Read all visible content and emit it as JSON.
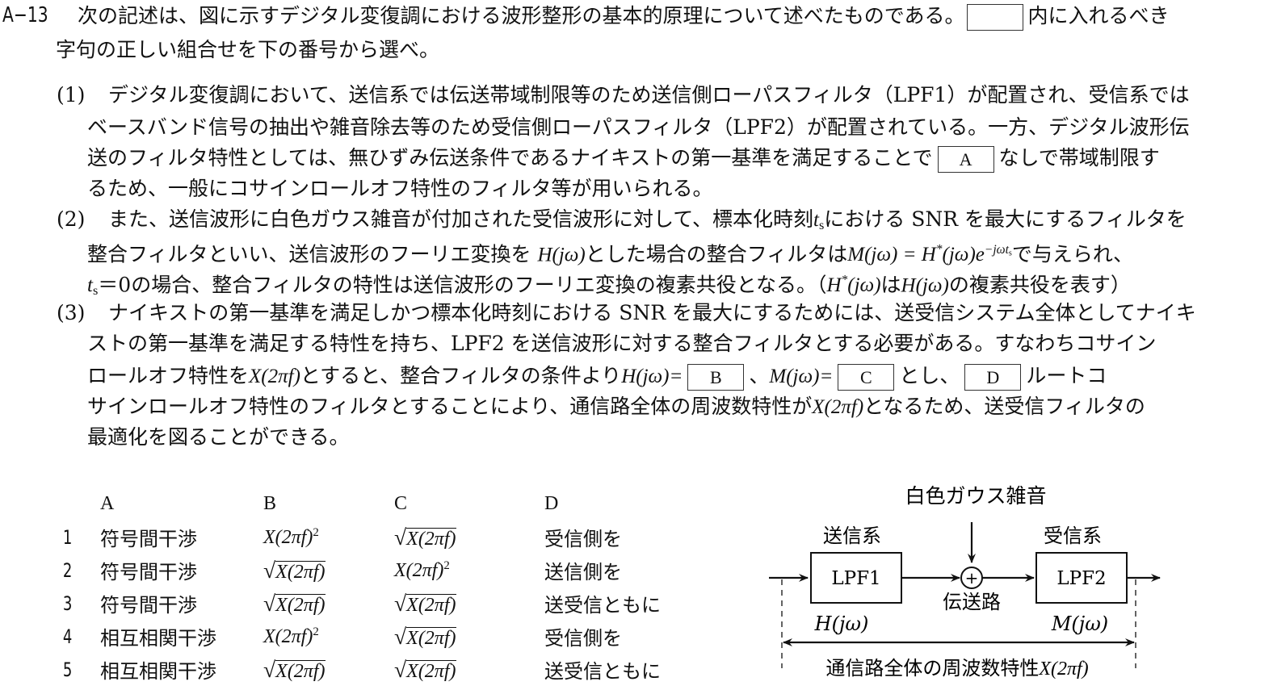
{
  "question": {
    "number": "A−13",
    "intro_line1_a": "次の記述は、図に示すデジタル変復調における波形整形の基本的原理について述べたものである。",
    "intro_line1_b": "内に入れるべき",
    "intro_line2": "字句の正しい組合せを下の番号から選べ。"
  },
  "paragraphs": {
    "p1": {
      "label": "(1)",
      "line1": "デジタル変復調において、送信系では伝送帯域制限等のため送信側ローパスフィルタ（LPF1）が配置され、受信系では",
      "line2": "ベースバンド信号の抽出や雑音除去等のため受信側ローパスフィルタ（LPF2）が配置されている。一方、デジタル波形伝",
      "line3_a": "送のフィルタ特性としては、無ひずみ伝送条件であるナイキストの第一基準を満足することで",
      "blank_a": "A",
      "line3_b": "なしで帯域制限す",
      "line4": "るため、一般にコサインロールオフ特性のフィルタ等が用いられる。"
    },
    "p2": {
      "label": "(2)",
      "line1_a": "また、送信波形に白色ガウス雑音が付加された受信波形に対して、標本化時刻",
      "line1_b": "における SNR を最大にするフィルタを",
      "line2_a": "整合フィルタといい、送信波形のフーリエ変換を ",
      "line2_b": "とした場合の整合フィルタは",
      "line2_c": "で与えられ、",
      "line3_a": "の場合、整合フィルタの特性は送信波形のフーリエ変換の複素共役となる。（",
      "line3_b": "は",
      "line3_c": "の複素共役を表す）"
    },
    "p3": {
      "label": "(3)",
      "line1": "ナイキストの第一基準を満足しかつ標本化時刻における SNR を最大にするためには、送受信システム全体としてナイキ",
      "line2": "ストの第一基準を満足する特性を持ち、LPF2 を送信波形に対する整合フィルタとする必要がある。すなわちコサイン",
      "line3_a": "ロールオフ特性を",
      "line3_b": "とすると、整合フィルタの条件より",
      "blank_b": "B",
      "line3_c": "、",
      "blank_c": "C",
      "line3_d": "とし、",
      "blank_d": "D",
      "line3_e": "ルートコ",
      "line4_a": "サインロールオフ特性のフィルタとすることにより、通信路全体の周波数特性が",
      "line4_b": "となるため、送受信フィルタの",
      "line5": "最適化を図ることができる。"
    }
  },
  "math": {
    "ts": "t",
    "ts_sub": "s",
    "H": "H(jω)",
    "M": "M(jω)",
    "M_eq": "M(jω) = H",
    "star": "*",
    "jw": "(jω)e",
    "exp": "−jωt",
    "exp_sub": "s",
    "ts0": "＝0",
    "Hstar": "H",
    "Hstar_rest": "(jω)",
    "X": "X(2πf)",
    "H_eq": "H(jω)=",
    "M_eq2": "M(jω)="
  },
  "choices": {
    "headers": [
      "A",
      "B",
      "C",
      "D"
    ],
    "rows": [
      {
        "num": "1",
        "A": "符号間干渉",
        "B": "X(2πf)^2",
        "C": "√X(2πf)",
        "D": "受信側を"
      },
      {
        "num": "2",
        "A": "符号間干渉",
        "B": "√X(2πf)",
        "C": "X(2πf)^2",
        "D": "送信側を"
      },
      {
        "num": "3",
        "A": "符号間干渉",
        "B": "√X(2πf)",
        "C": "√X(2πf)",
        "D": "送受信ともに"
      },
      {
        "num": "4",
        "A": "相互相関干渉",
        "B": "X(2πf)^2",
        "C": "√X(2πf)",
        "D": "受信側を"
      },
      {
        "num": "5",
        "A": "相互相関干渉",
        "B": "√X(2πf)",
        "C": "√X(2πf)",
        "D": "送受信ともに"
      }
    ],
    "expr_base": "X(2πf)",
    "expr_sq": "2"
  },
  "diagram": {
    "noise_label": "白色ガウス雑音",
    "tx_label": "送信系",
    "rx_label": "受信系",
    "lpf1": "LPF1",
    "lpf2": "LPF2",
    "adder": "+",
    "channel_label": "伝送路",
    "h_label": "H(jω)",
    "m_label": "M(jω)",
    "overall_label": "通信路全体の周波数特性",
    "overall_expr": "X(2πf)"
  }
}
